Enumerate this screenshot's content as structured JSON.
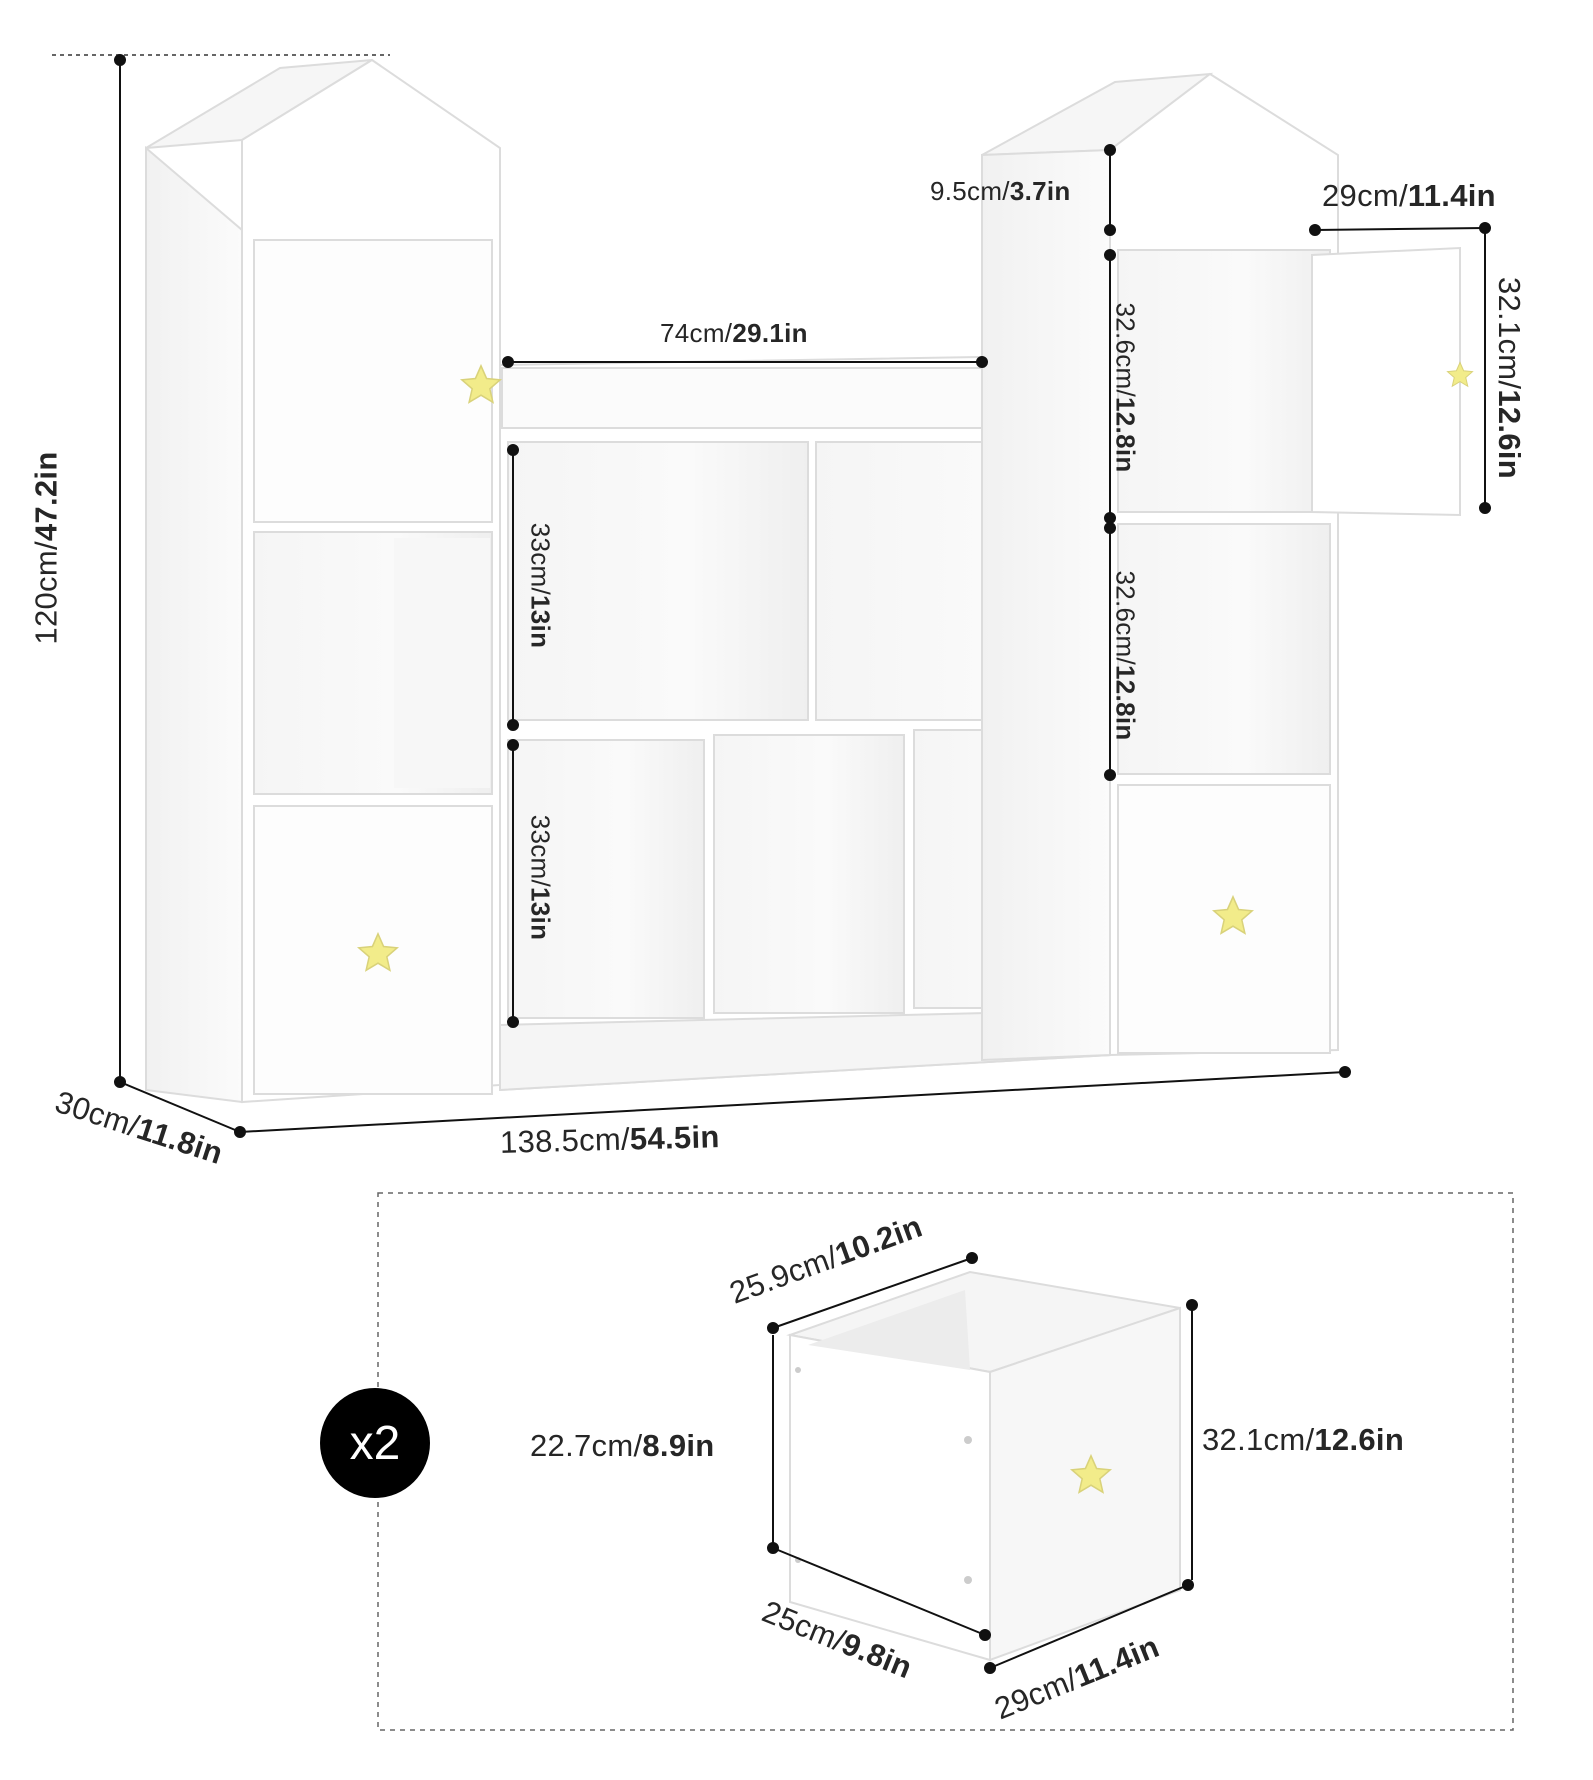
{
  "dimensions": {
    "total_height": {
      "cm": "120cm/",
      "in": "47.2in"
    },
    "depth": {
      "cm": "30cm/",
      "in": "11.8in"
    },
    "total_width": {
      "cm": "138.5cm/",
      "in": "54.5in"
    },
    "middle_width": {
      "cm": "74cm/",
      "in": "29.1in"
    },
    "cube_height_top": {
      "cm": "33cm/",
      "in": "13in"
    },
    "cube_height_bottom": {
      "cm": "33cm/",
      "in": "13in"
    },
    "roof_height": {
      "cm": "9.5cm/",
      "in": "3.7in"
    },
    "door_width": {
      "cm": "29cm/",
      "in": "11.4in"
    },
    "door_height": {
      "cm": "32.1cm/",
      "in": "12.6in"
    },
    "right_upper_cube_height": {
      "cm": "32.6cm/",
      "in": "12.8in"
    },
    "right_lower_cube_height": {
      "cm": "32.6cm/",
      "in": "12.8in"
    }
  },
  "drawer": {
    "quantity_badge": "x2",
    "inner_width": {
      "cm": "25.9cm/",
      "in": "10.2in"
    },
    "inner_height": {
      "cm": "22.7cm/",
      "in": "8.9in"
    },
    "front_height": {
      "cm": "32.1cm/",
      "in": "12.6in"
    },
    "depth": {
      "cm": "25cm/",
      "in": "9.8in"
    },
    "front_width": {
      "cm": "29cm/",
      "in": "11.4in"
    }
  },
  "colors": {
    "furniture": "#ffffff",
    "star_knob": "#f2ec8a",
    "badge": "#000000"
  }
}
